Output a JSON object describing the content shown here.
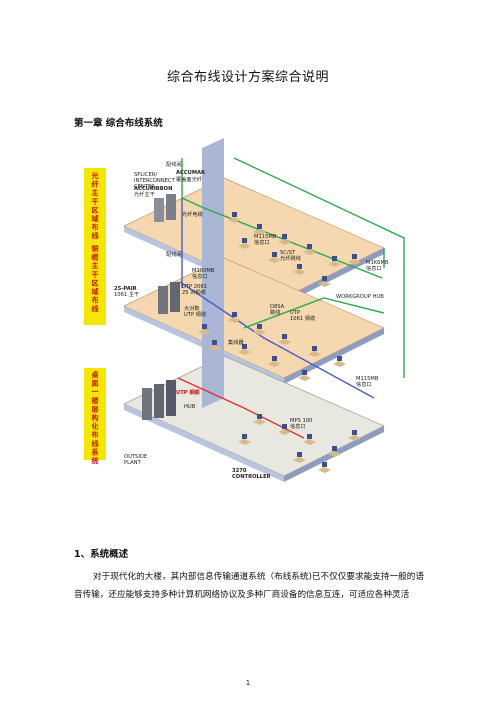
{
  "document": {
    "title": "综合布线设计方案综合说明",
    "chapter_heading": "第一章 综合布线系统",
    "section_heading": "1、系统概述",
    "paragraph": "对于现代化的大楼，其内部信息传输通道系统（布线系统)已不仅仅要求能支持一般的语音传输，还应能够支持多种计算机网络协议及多种厂商设备的信息互连，可适应各种灵活",
    "page_number": "1"
  },
  "figure": {
    "side_labels": [
      "光纤主干区域布线",
      "铜缆主干区域布线",
      "桌面一楼层构化布线系统"
    ],
    "labels": {
      "distribution_frame_top": "配线间",
      "splicer": "SPLICER/\nINTERCONNECT\nCENTER",
      "acculink": "ACCUMAK",
      "acculink_cn": "覆盖面光纤",
      "accuribbon": "ACCURIBBON",
      "accuribbon_cn": "光纤主干",
      "fiber_cable": "光纤电缆",
      "m115mb_top": "M115MB",
      "m115mb_top_cn": "信息口",
      "scst": "SC/ST",
      "scst_cn": "光纤跳线",
      "m1k6mb": "M1K6MB",
      "m1k6mb_cn": "信息口",
      "distribution_frame_mid": "配线间",
      "pair25": "25-PAIR",
      "pair25_cn": "1061 主干",
      "m100mb": "M100MB",
      "m100mb_cn": "信息口",
      "utp2061": "UTP 2061",
      "utp2061_cn": "25 对铜缆",
      "large_utp": "大对数",
      "large_utp_cn": "UTP 铜缆",
      "d8sa": "D8SA",
      "d8sa_cn": "跳线",
      "utp_mid": "UTP",
      "utp_mid_cn": "1061 铜缆",
      "workgroup": "WORKGROUP HUB",
      "concentrator": "集线器",
      "m115mb_bottom": "M115MB",
      "m115mb_bottom_cn": "信息口",
      "utp_bottom": "UTP 铜缆",
      "hub": "HUB",
      "mps100": "MPS 100",
      "mps100_cn": "信息口",
      "outside_plant": "OUTSIDE\nPLANT",
      "controller": "3270\nCONTROLLER"
    }
  },
  "colors": {
    "label_box_bg": "#f3e600",
    "label_text": "#d01010",
    "green_line": "#2fa84a",
    "blue_line": "#4a5cc8",
    "red_line": "#e03030",
    "floor_top": "#f5d8b0",
    "wall_side": "#b9c4de"
  }
}
